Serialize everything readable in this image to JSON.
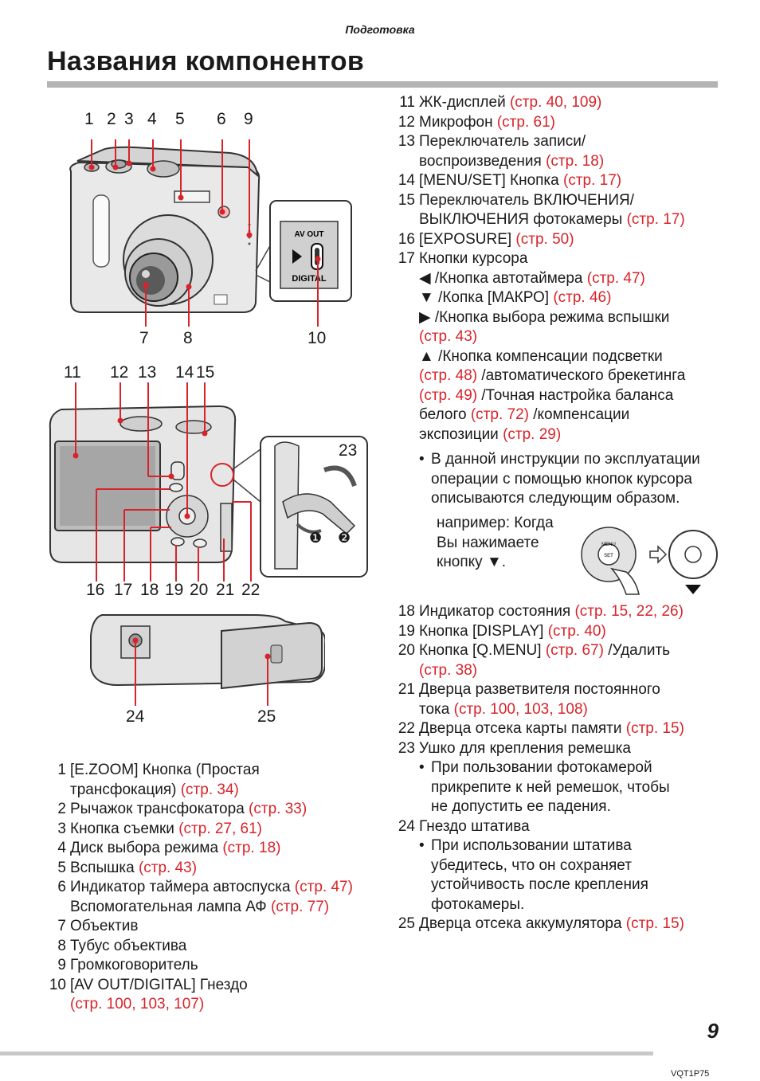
{
  "header": {
    "section": "Подготовка",
    "title": "Названия компонентов"
  },
  "figure_front": {
    "labels_top": [
      "1",
      "2",
      "3",
      "4",
      "5",
      "6",
      "9"
    ],
    "labels_bottom": [
      "7",
      "8",
      "10"
    ],
    "jack_text_top": "AV OUT",
    "jack_text_bottom": "DIGITAL"
  },
  "figure_back": {
    "labels_top": [
      "11",
      "12",
      "13",
      "14",
      "15"
    ],
    "labels_bottom": [
      "16",
      "17",
      "18",
      "19",
      "20",
      "21",
      "22"
    ],
    "strap_label": "23",
    "step1": "❶",
    "step2": "❷"
  },
  "figure_bottom": {
    "labels": [
      "24",
      "25"
    ]
  },
  "left_list": [
    {
      "num": "1",
      "lines": [
        [
          {
            "t": "[E.ZOOM] Кнопка (Простая"
          }
        ],
        [
          {
            "t": "трансфокация) "
          },
          {
            "t": "(стр. 34)",
            "ref": true
          }
        ]
      ]
    },
    {
      "num": "2",
      "lines": [
        [
          {
            "t": "Рычажок трансфокатора "
          },
          {
            "t": "(стр. 33)",
            "ref": true
          }
        ]
      ]
    },
    {
      "num": "3",
      "lines": [
        [
          {
            "t": "Кнопка съемки "
          },
          {
            "t": "(стр. 27, 61)",
            "ref": true
          }
        ]
      ]
    },
    {
      "num": "4",
      "lines": [
        [
          {
            "t": " Диск выбора режима "
          },
          {
            "t": "(стр. 18)",
            "ref": true
          }
        ]
      ]
    },
    {
      "num": "5",
      "lines": [
        [
          {
            "t": "Вспышка "
          },
          {
            "t": "(стр. 43)",
            "ref": true
          }
        ]
      ]
    },
    {
      "num": "6",
      "lines": [
        [
          {
            "t": "Индикатор таймера автоспуска "
          },
          {
            "t": "(стр. 47)",
            "ref": true
          }
        ],
        [
          {
            "t": "Вспомогательная лампа АФ "
          },
          {
            "t": "(стр. 77)",
            "ref": true
          }
        ]
      ]
    },
    {
      "num": "7",
      "lines": [
        [
          {
            "t": "Объектив"
          }
        ]
      ]
    },
    {
      "num": "8",
      "lines": [
        [
          {
            "t": "Тубус объектива"
          }
        ]
      ]
    },
    {
      "num": "9",
      "lines": [
        [
          {
            "t": "Громкоговоритель"
          }
        ]
      ]
    },
    {
      "num": "10",
      "lines": [
        [
          {
            "t": "[AV OUT/DIGITAL] Гнездо"
          }
        ],
        [
          {
            "t": "(стр. 100, 103, 107)",
            "ref": true
          }
        ]
      ]
    }
  ],
  "right_list_top": [
    {
      "num": "11",
      "lines": [
        [
          {
            "t": "ЖК-дисплей "
          },
          {
            "t": "(стр. 40, 109)",
            "ref": true
          }
        ]
      ]
    },
    {
      "num": "12",
      "lines": [
        [
          {
            "t": "Микрофон "
          },
          {
            "t": "(стр. 61)",
            "ref": true
          }
        ]
      ]
    },
    {
      "num": "13",
      "lines": [
        [
          {
            "t": "Переключатель записи/"
          }
        ],
        [
          {
            "t": "воспроизведения "
          },
          {
            "t": "(стр. 18)",
            "ref": true
          }
        ]
      ]
    },
    {
      "num": "14",
      "lines": [
        [
          {
            "t": "[MENU/SET] Кнопка "
          },
          {
            "t": "(стр. 17)",
            "ref": true
          }
        ]
      ]
    },
    {
      "num": "15",
      "lines": [
        [
          {
            "t": "Переключатель ВКЛЮЧЕНИЯ/"
          }
        ],
        [
          {
            "t": "ВЫКЛЮЧЕНИЯ фотокамеры "
          },
          {
            "t": "(стр. 17)",
            "ref": true
          }
        ]
      ]
    },
    {
      "num": "16",
      "lines": [
        [
          {
            "t": "[EXPOSURE] "
          },
          {
            "t": "(стр. 50)",
            "ref": true
          }
        ]
      ]
    },
    {
      "num": "17",
      "lines": [
        [
          {
            "t": "Кнопки курсора"
          }
        ],
        [
          {
            "t": "◀ /Кнопка автотаймера "
          },
          {
            "t": "(стр. 47)",
            "ref": true
          }
        ],
        [
          {
            "t": "▼ /Копка [МАКРО] "
          },
          {
            "t": "(стр. 46)",
            "ref": true
          }
        ],
        [
          {
            "t": "▶ /Кнопка выбора режима вспышки"
          }
        ],
        [
          {
            "t": "(стр. 43)",
            "ref": true
          }
        ],
        [
          {
            "t": "▲ /Кнопка компенсации подсветки"
          }
        ],
        [
          {
            "t": "(стр. 48)",
            "ref": true
          },
          {
            "t": " /автоматического брекетинга"
          }
        ],
        [
          {
            "t": "(стр. 49)",
            "ref": true
          },
          {
            "t": " /Точная настройка баланса"
          }
        ],
        [
          {
            "t": "белого "
          },
          {
            "t": "(стр. 72)",
            "ref": true
          },
          {
            "t": " /компенсации"
          }
        ],
        [
          {
            "t": "экспозиции "
          },
          {
            "t": "(стр. 29)",
            "ref": true
          }
        ]
      ]
    }
  ],
  "cursor_note": {
    "bullet": "•",
    "lines": [
      "В данной инструкции по эксплуатации",
      "операции с помощью кнопок курсора",
      "описываются следующим образом."
    ],
    "example_lines": [
      "например: Когда",
      "Вы нажимаете",
      "кнопку ▼."
    ],
    "pad_text": "MENU",
    "pad_center": "SET"
  },
  "right_list_bottom": [
    {
      "num": "18",
      "lines": [
        [
          {
            "t": "Индикатор состояния "
          },
          {
            "t": "(стр. 15, 22, 26)",
            "ref": true
          }
        ]
      ]
    },
    {
      "num": "19",
      "lines": [
        [
          {
            "t": "Кнопка [DISPLAY] "
          },
          {
            "t": "(стр. 40)",
            "ref": true
          }
        ]
      ]
    },
    {
      "num": "20",
      "lines": [
        [
          {
            "t": "Кнопка [Q.MENU] "
          },
          {
            "t": "(стр. 67)",
            "ref": true
          },
          {
            "t": " /Удалить"
          }
        ],
        [
          {
            "t": "(стр. 38)",
            "ref": true
          }
        ]
      ]
    },
    {
      "num": "21",
      "lines": [
        [
          {
            "t": "Дверца разветвителя постоянного"
          }
        ],
        [
          {
            "t": "тока "
          },
          {
            "t": "(стр. 100, 103, 108)",
            "ref": true
          }
        ]
      ]
    },
    {
      "num": "22",
      "lines": [
        [
          {
            "t": "Дверца отсека карты памяти "
          },
          {
            "t": "(стр. 15)",
            "ref": true
          }
        ]
      ]
    },
    {
      "num": "23",
      "lines": [
        [
          {
            "t": "Ушко для крепления ремешка"
          }
        ]
      ],
      "bullets": [
        "При пользовании фотокамерой",
        "прикрепите к ней ремешок, чтобы",
        "не допустить ее падения."
      ]
    },
    {
      "num": "24",
      "lines": [
        [
          {
            "t": "Гнездо штатива"
          }
        ]
      ],
      "bullets": [
        "При использовании штатива",
        "убедитесь, что он сохраняет",
        "устойчивость после крепления",
        "фотокамеры."
      ]
    },
    {
      "num": "25",
      "lines": [
        [
          {
            "t": "Дверца отсека аккумулятора "
          },
          {
            "t": "(стр. 15)",
            "ref": true
          }
        ]
      ]
    }
  ],
  "footer": {
    "page_number": "9",
    "doc_code": "VQT1P75"
  },
  "colors": {
    "reference": "#d8232a",
    "rule": "#b3b3b3"
  }
}
